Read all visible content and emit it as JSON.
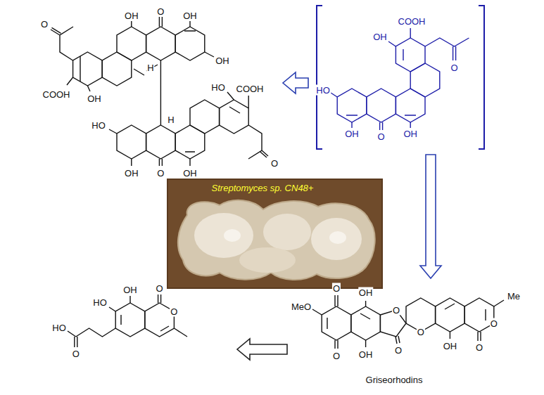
{
  "diagram": {
    "nodes": [
      {
        "text": [
          "OH",
          "O",
          "OH",
          "O",
          "OH",
          "H",
          "COOH",
          "OH",
          "HO",
          "COOH",
          "H",
          "HO",
          "O",
          "OH",
          "O",
          "OH"
        ]
      },
      {
        "text": [
          "OH",
          "COOH",
          "O",
          "HO",
          "OH",
          "O",
          "OH"
        ]
      },
      {
        "text": [
          "Streptomyces sp. CN48+"
        ]
      },
      {
        "text": [
          "OH",
          "O",
          "HO",
          "O",
          "HO",
          "O"
        ]
      },
      {
        "text": [
          "MeO",
          "O",
          "OH",
          "O",
          "Me",
          "O",
          "O",
          "O",
          "OH",
          "O",
          "OH",
          "O",
          "Griseorhodins"
        ]
      }
    ],
    "edges": [
      {
        "from": 1,
        "to": 0,
        "arrow": "to"
      },
      {
        "from": 1,
        "to": 4,
        "arrow": "to"
      },
      {
        "from": 4,
        "to": 3,
        "arrow": "to"
      }
    ]
  }
}
